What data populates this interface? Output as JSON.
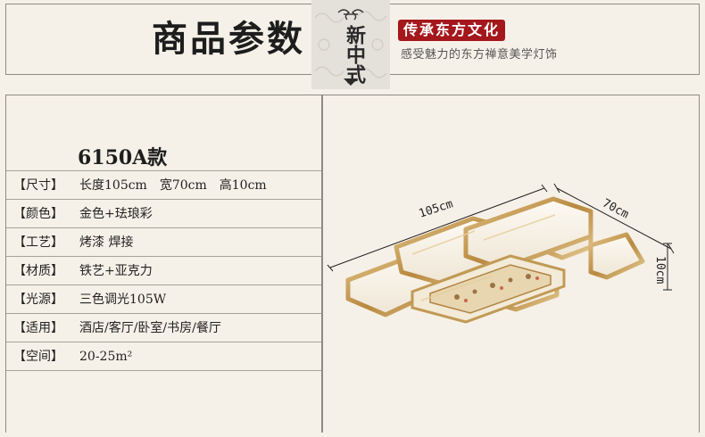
{
  "header": {
    "title": "商品参数",
    "badge_text": "新中式",
    "tagline": "传承东方文化",
    "subtagline": "感受魅力的东方禅意美学灯饰"
  },
  "product": {
    "model": "6150A款"
  },
  "specs": [
    {
      "label": "【尺寸】",
      "value": "长度105cm　宽70cm　高10cm"
    },
    {
      "label": "【颜色】",
      "value": "金色+珐琅彩"
    },
    {
      "label": "【工艺】",
      "value": "烤漆 焊接"
    },
    {
      "label": "【材质】",
      "value": "铁艺+亚克力"
    },
    {
      "label": "【光源】",
      "value": "三色调光105W"
    },
    {
      "label": "【适用】",
      "value": "酒店/客厅/卧室/书房/餐厅"
    },
    {
      "label": "【空间】",
      "value": "20-25m²"
    }
  ],
  "dimensions": {
    "length": "105cm",
    "width": "70cm",
    "height": "10cm"
  },
  "colors": {
    "background": "#f6f1e8",
    "accent_red": "#a4171b",
    "gold": "#c9a25a"
  }
}
